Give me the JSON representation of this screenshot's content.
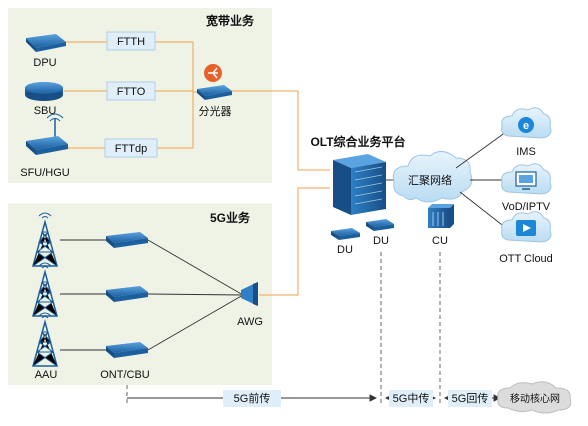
{
  "broadband": {
    "title": "宽带业务",
    "devices": {
      "dpu": "DPU",
      "sbu": "SBU",
      "hgu": "SFU/HGU"
    },
    "links": {
      "ftth": "FTTH",
      "ftto": "FTTO",
      "fttdp": "FTTdp"
    },
    "splitter": "分光器"
  },
  "fiveg": {
    "title": "5G业务",
    "aau": "AAU",
    "ont": "ONT/CBU",
    "awg": "AWG"
  },
  "olt": {
    "title": "OLT综合业务平台",
    "du1": "DU",
    "du2": "DU",
    "cu": "CU",
    "cloud": "汇聚网络"
  },
  "services": {
    "ims": "IMS",
    "vod": "VoD/IPTV",
    "ott": "OTT Cloud"
  },
  "transport": {
    "fronthaul": "5G前传",
    "midhaul": "5G中传",
    "backhaul": "5G回传",
    "core": "移动核心网"
  },
  "colors": {
    "panel": "#eef3e6",
    "link": "#f0a050",
    "device": "#1f6fb5",
    "label_box": "#dfeef8"
  }
}
